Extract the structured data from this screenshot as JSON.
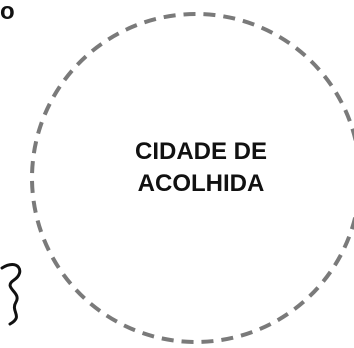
{
  "diagram": {
    "edge_letter": "o",
    "node": {
      "label": "CIDADE DE\nACOLHIDA",
      "border_style": "dashed",
      "border_color": "#7a7a7a"
    },
    "decoration": {
      "icon": "squiggle-icon",
      "color": "#111111"
    }
  }
}
